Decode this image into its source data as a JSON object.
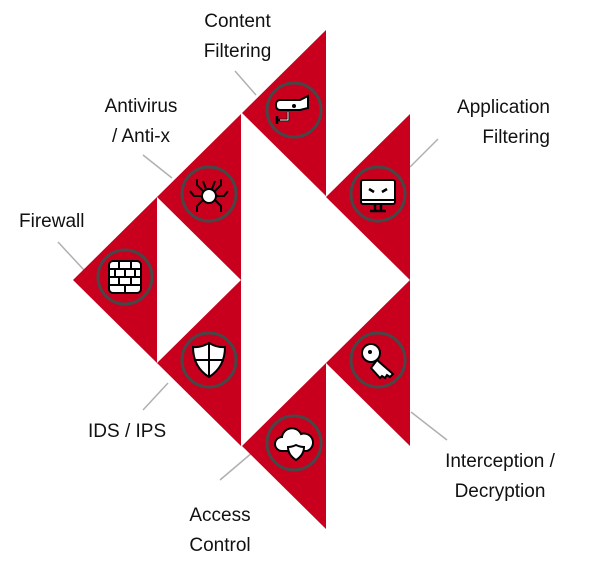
{
  "colors": {
    "triangle": "#c8001e",
    "circle_stroke": "#474747",
    "leader": "#b0b0b0"
  },
  "segments": [
    {
      "id": "content-filtering",
      "lines": [
        "Content",
        "Filtering"
      ],
      "icon": "security-camera-icon"
    },
    {
      "id": "antivirus",
      "lines": [
        "Antivirus",
        "/ Anti-x"
      ],
      "icon": "bug-spider-icon"
    },
    {
      "id": "firewall",
      "lines": [
        "Firewall"
      ],
      "icon": "brick-wall-icon"
    },
    {
      "id": "ids-ips",
      "lines": [
        "IDS / IPS"
      ],
      "icon": "shield-icon"
    },
    {
      "id": "access-control",
      "lines": [
        "Access",
        "Control"
      ],
      "icon": "cloud-shield-icon"
    },
    {
      "id": "application-filtering",
      "lines": [
        "Application",
        "Filtering"
      ],
      "icon": "angry-monitor-icon"
    },
    {
      "id": "interception-decryption",
      "lines": [
        "Interception /",
        "Decryption"
      ],
      "icon": "key-icon"
    }
  ]
}
